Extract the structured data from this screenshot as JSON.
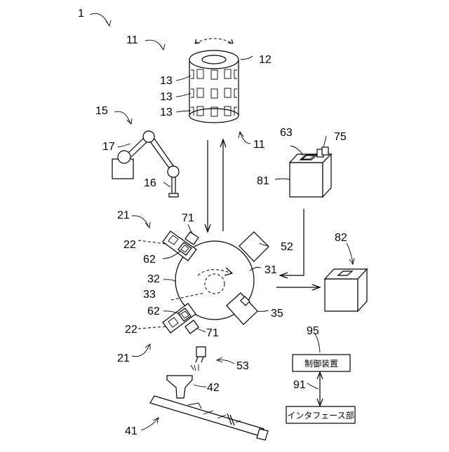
{
  "refs": {
    "r1": "1",
    "r11_top": "11",
    "r12": "12",
    "r13_a": "13",
    "r13_b": "13",
    "r13_c": "13",
    "r11_mid": "11",
    "r15": "15",
    "r17": "17",
    "r16": "16",
    "r63": "63",
    "r75": "75",
    "r81": "81",
    "r21_top": "21",
    "r71_top": "71",
    "r22_top": "22",
    "r52": "52",
    "r82": "82",
    "r62_top": "62",
    "r31": "31",
    "r32": "32",
    "r33": "33",
    "r62_bot": "62",
    "r35": "35",
    "r22_bot": "22",
    "r71_bot": "71",
    "r95": "95",
    "r21_bot": "21",
    "r53": "53",
    "r91": "91",
    "r42": "42",
    "r41": "41"
  },
  "boxes": {
    "control_device": "制御装置",
    "interface_unit": "インタフェース部"
  }
}
